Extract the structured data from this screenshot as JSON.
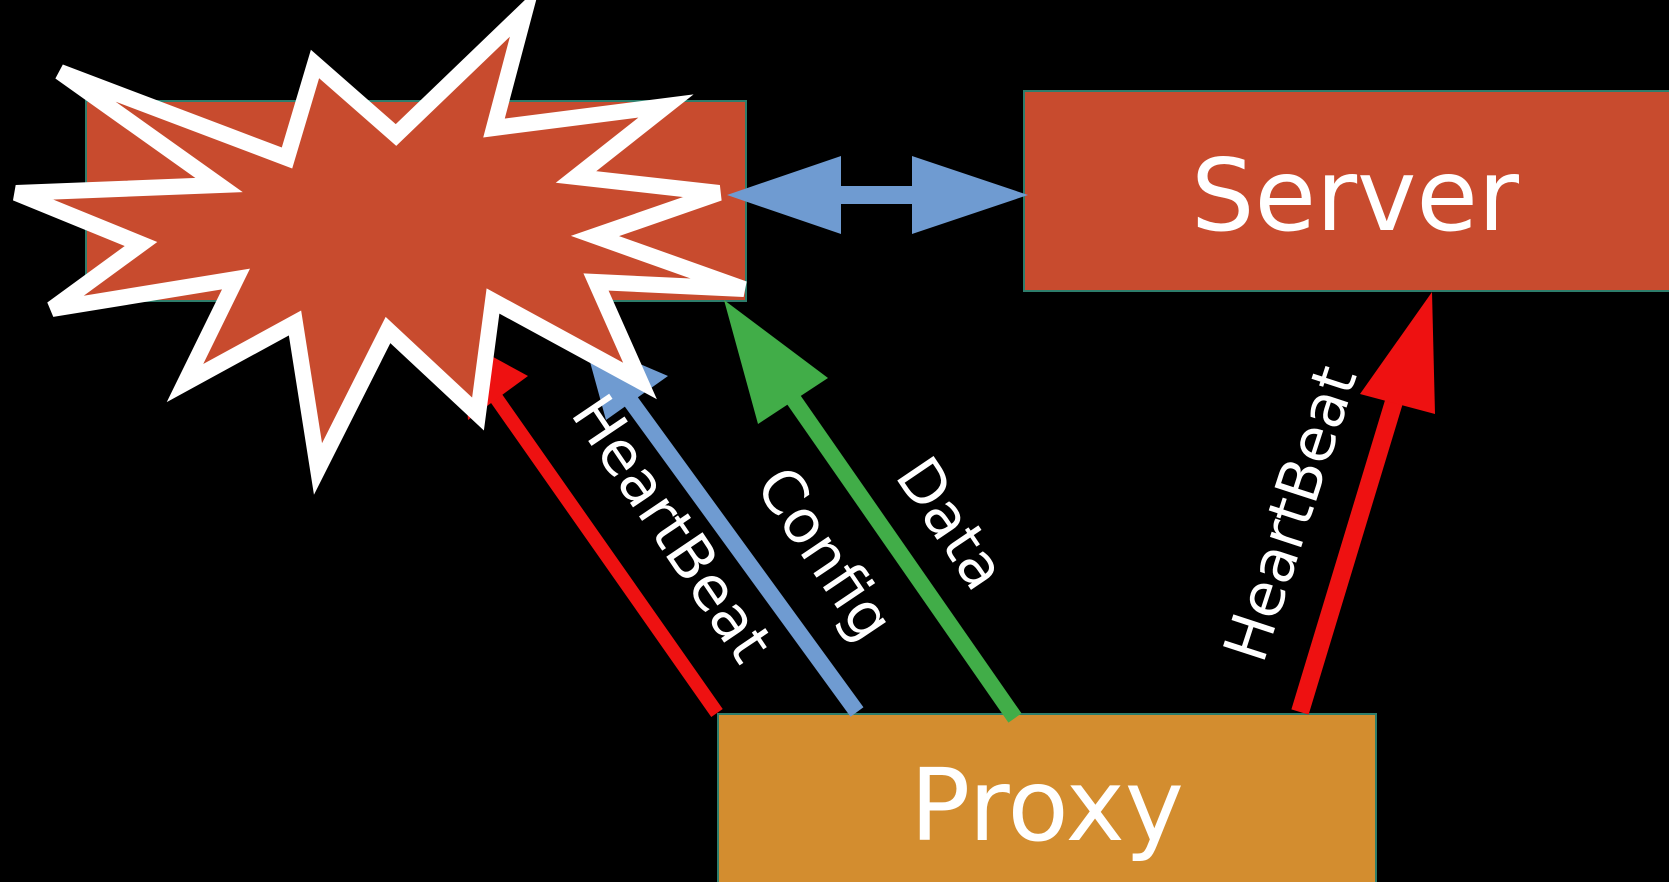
{
  "background": "#000000",
  "colors": {
    "box_red": "#C84B2E",
    "box_orange": "#D38D2F",
    "box_border": "#2E7D6B",
    "heartbeat": "#EE1111",
    "config": "#6F9BD1",
    "data": "#41AD48",
    "link": "#6F9BD1",
    "burst_fill": "#C84B2E",
    "burst_stroke": "#FFFFFF",
    "text": "#FFFFFF"
  },
  "nodes": {
    "broken_node": {
      "label": "",
      "state": "exploded",
      "icon": "explosion-icon"
    },
    "server": {
      "label": "Server"
    },
    "proxy": {
      "label": "Proxy"
    }
  },
  "edges": {
    "proxy_to_broken_heartbeat": {
      "label": "HeartBeat"
    },
    "proxy_to_broken_config": {
      "label": "Config"
    },
    "proxy_to_broken_data": {
      "label": "Data"
    },
    "proxy_to_server_heartbeat": {
      "label": "HeartBeat"
    },
    "broken_server_link": {
      "label": "",
      "direction": "bidirectional"
    }
  }
}
